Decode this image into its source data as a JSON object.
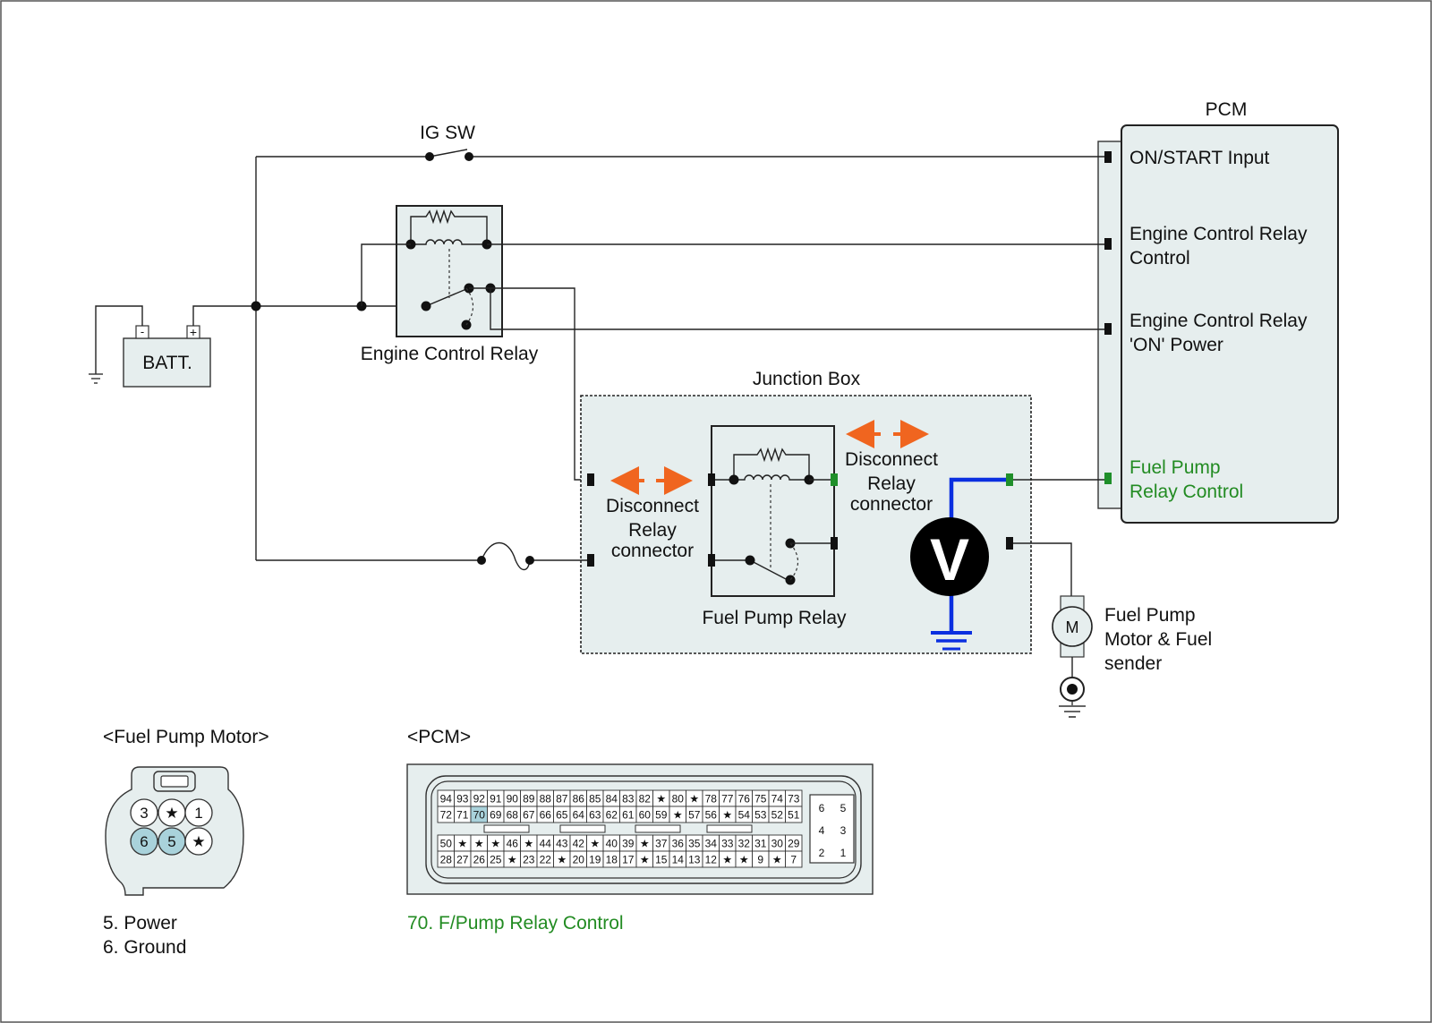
{
  "title_labels": {
    "ig_sw": "IG SW",
    "pcm": "PCM",
    "batt": "BATT.",
    "batt_minus": "-",
    "batt_plus": "+",
    "engine_control_relay": "Engine Control Relay",
    "junction_box": "Junction Box",
    "fuel_pump_relay": "Fuel Pump Relay",
    "voltmeter": "V",
    "motor": "M"
  },
  "pcm_pins": {
    "on_start": "ON/START Input",
    "ecr_control_1": "Engine Control Relay",
    "ecr_control_2": "Control",
    "ecr_on_1": "Engine Control Relay",
    "ecr_on_2": "'ON' Power",
    "fpr_control_1": "Fuel Pump",
    "fpr_control_2": "Relay Control"
  },
  "disconnect_left": [
    "Disconnect",
    "Relay",
    "connector"
  ],
  "disconnect_right": [
    "Disconnect",
    "Relay",
    "connector"
  ],
  "fuel_pump_motor_label": [
    "Fuel Pump",
    "Motor & Fuel",
    "sender"
  ],
  "fuel_pump_motor_connector": {
    "title": "<Fuel Pump Motor>",
    "pins": [
      "3",
      "★",
      "1",
      "6",
      "5",
      "★"
    ],
    "legend": [
      "5. Power",
      "6. Ground"
    ]
  },
  "pcm_connector": {
    "title": "<PCM>",
    "row1": [
      "94",
      "93",
      "92",
      "91",
      "90",
      "89",
      "88",
      "87",
      "86",
      "85",
      "84",
      "83",
      "82",
      "★",
      "80",
      "★",
      "78",
      "77",
      "76",
      "75",
      "74",
      "73"
    ],
    "row2": [
      "72",
      "71",
      "70",
      "69",
      "68",
      "67",
      "66",
      "65",
      "64",
      "63",
      "62",
      "61",
      "60",
      "59",
      "★",
      "57",
      "56",
      "★",
      "54",
      "53",
      "52",
      "51"
    ],
    "row3": [
      "50",
      "★",
      "★",
      "★",
      "46",
      "★",
      "44",
      "43",
      "42",
      "★",
      "40",
      "39",
      "★",
      "37",
      "36",
      "35",
      "34",
      "33",
      "32",
      "31",
      "30",
      "29"
    ],
    "row4": [
      "28",
      "27",
      "26",
      "25",
      "★",
      "23",
      "22",
      "★",
      "20",
      "19",
      "18",
      "17",
      "★",
      "15",
      "14",
      "13",
      "12",
      "★",
      "★",
      "9",
      "★",
      "7"
    ],
    "side": [
      "6",
      "5",
      "4",
      "3",
      "2",
      "1"
    ],
    "legend": "70. F/Pump Relay Control"
  },
  "colors": {
    "highlight_pin": "#a9d2db",
    "box_fill": "#e6eeee",
    "green_text": "#228B22",
    "probe_wire": "#0b2fe0",
    "arrow": "#f0651f"
  }
}
